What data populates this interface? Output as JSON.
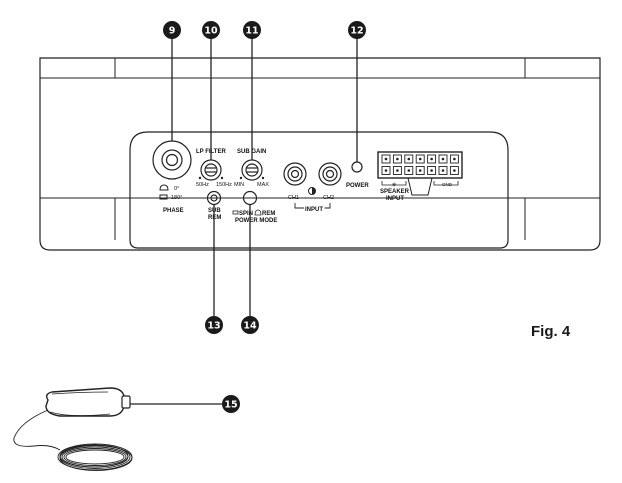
{
  "figure_label": "Fig. 4",
  "callouts": {
    "c9": "9",
    "c10": "10",
    "c11": "11",
    "c12": "12",
    "c13": "13",
    "c14": "14",
    "c15": "15"
  },
  "panel": {
    "phase": {
      "zero": "0°",
      "one_eighty": "180°",
      "title": "PHASE"
    },
    "lp_filter": {
      "title": "LP FILTER",
      "min": "50Hz",
      "max": "150Hz"
    },
    "sub_gain": {
      "title": "SUB GAIN",
      "min": "MIN",
      "max": "MAX"
    },
    "input": {
      "ch1": "CH1",
      "ch2": "CH2",
      "title": "INPUT"
    },
    "power": "POWER",
    "speaker_input": {
      "line1": "SPEAKER",
      "line2": "INPUT",
      "plus": "⊕",
      "minus": "GND"
    },
    "sub_rem": {
      "line1": "SUB",
      "line2": "REM"
    },
    "power_mode": {
      "spin": "SPIN",
      "rem": "REM",
      "title": "POWER MODE"
    }
  }
}
